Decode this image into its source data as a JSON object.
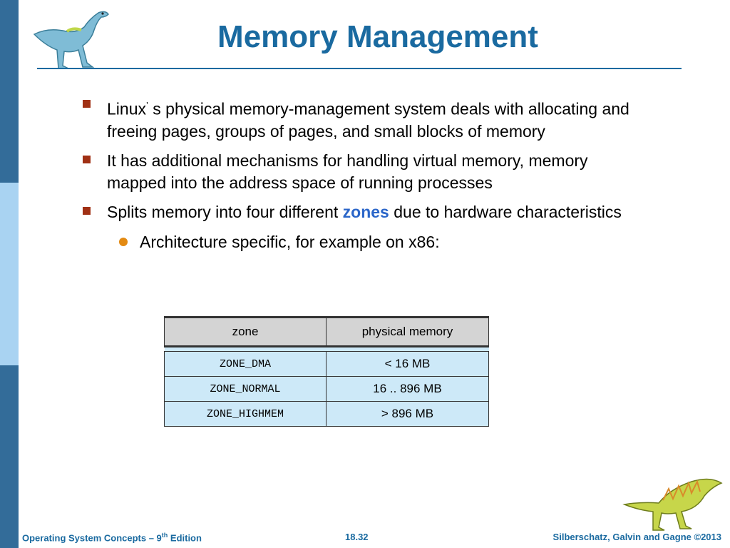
{
  "title": "Memory Management",
  "bullets": [
    {
      "text_a": "Linux",
      "text_b": "’",
      "text_c": "s physical memory-management system deals with allocating and freeing pages, groups of pages, and small blocks of memory"
    },
    {
      "text": "It has additional mechanisms for handling virtual memory, memory mapped into the address space of running processes"
    },
    {
      "text_before": "Splits memory into four different ",
      "highlight": "zones",
      "text_after": " due to hardware characteristics"
    }
  ],
  "sub_bullet": "Architecture specific, for example on x86:",
  "table": {
    "headers": [
      "zone",
      "physical memory"
    ],
    "rows": [
      [
        "ZONE_DMA",
        "< 16 MB"
      ],
      [
        "ZONE_NORMAL",
        "16 .. 896 MB"
      ],
      [
        "ZONE_HIGHMEM",
        "> 896  MB"
      ]
    ]
  },
  "footer": {
    "left_a": "Operating System Concepts – 9",
    "left_sup": "th",
    "left_b": " Edition",
    "page": "18.32",
    "right": "Silberschatz, Galvin and Gagne ©2013"
  },
  "colors": {
    "title": "#1a6aa0",
    "bullet_square": "#a03014",
    "sub_dot": "#e38a12",
    "highlight": "#2b66c9",
    "table_header": "#d4d4d4",
    "table_cell": "#cde9f8"
  }
}
